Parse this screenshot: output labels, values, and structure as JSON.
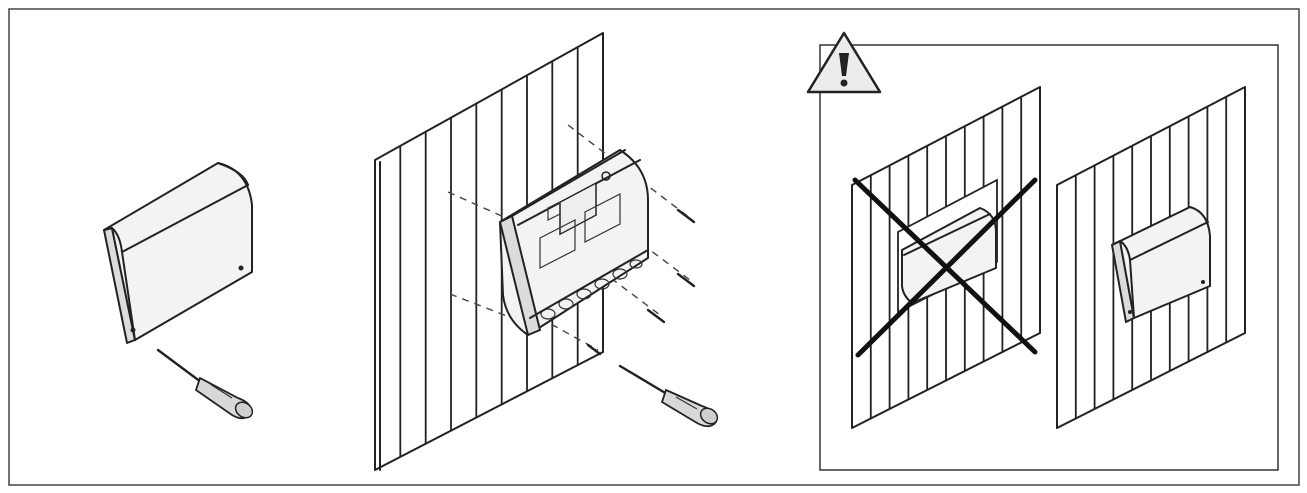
{
  "figure": {
    "panels": [
      {
        "id": "panel-cover-removal",
        "elements": [
          "enclosure-cover",
          "screwdriver"
        ]
      },
      {
        "id": "panel-wall-mounting",
        "elements": [
          "wooden-wall-panel",
          "enclosure-base",
          "mounting-screws",
          "screwdriver"
        ]
      },
      {
        "id": "panel-warning",
        "elements": [
          "warning-triangle-icon",
          "incorrect-recessed-mounting",
          "correct-surface-mounting"
        ]
      }
    ],
    "colors": {
      "line": "#222222",
      "background": "#ffffff",
      "fill_light": "#f3f3f3",
      "fill_shade": "#dcdcdc"
    },
    "icons": {
      "warning": "warning-triangle-icon",
      "prohibited": "cross-icon"
    }
  }
}
